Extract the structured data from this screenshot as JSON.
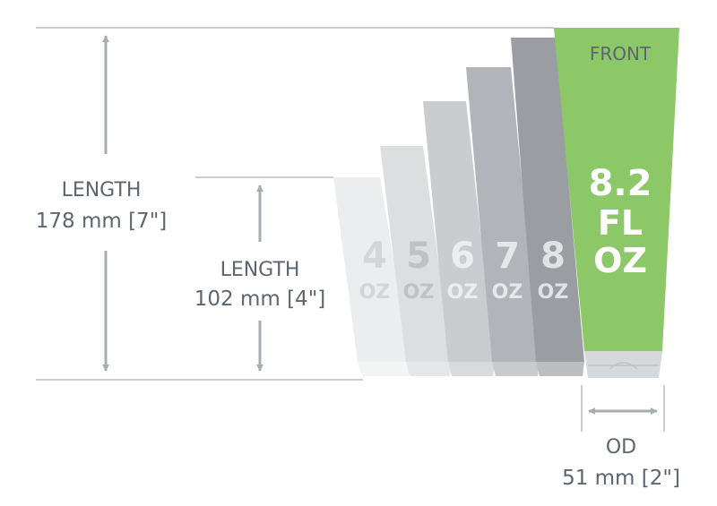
{
  "length_long": {
    "title": "LENGTH",
    "value": "178 mm [7\"]"
  },
  "length_short": {
    "title": "LENGTH",
    "value": "102 mm [4\"]"
  },
  "od": {
    "title": "OD",
    "value": "51 mm [2\"]"
  },
  "tubes": [
    {
      "size": "4",
      "unit": "OZ"
    },
    {
      "size": "5",
      "unit": "OZ"
    },
    {
      "size": "6",
      "unit": "OZ"
    },
    {
      "size": "7",
      "unit": "OZ"
    },
    {
      "size": "8",
      "unit": "OZ"
    }
  ],
  "front_tube": {
    "tag": "FRONT",
    "size": "8.2",
    "unit1": "FL",
    "unit2": "OZ"
  },
  "colors": {
    "front_fill": "#8cc867",
    "label_text": "#5d6670",
    "arrow": "#a7acb1",
    "guide_line": "#c9cdd0"
  }
}
